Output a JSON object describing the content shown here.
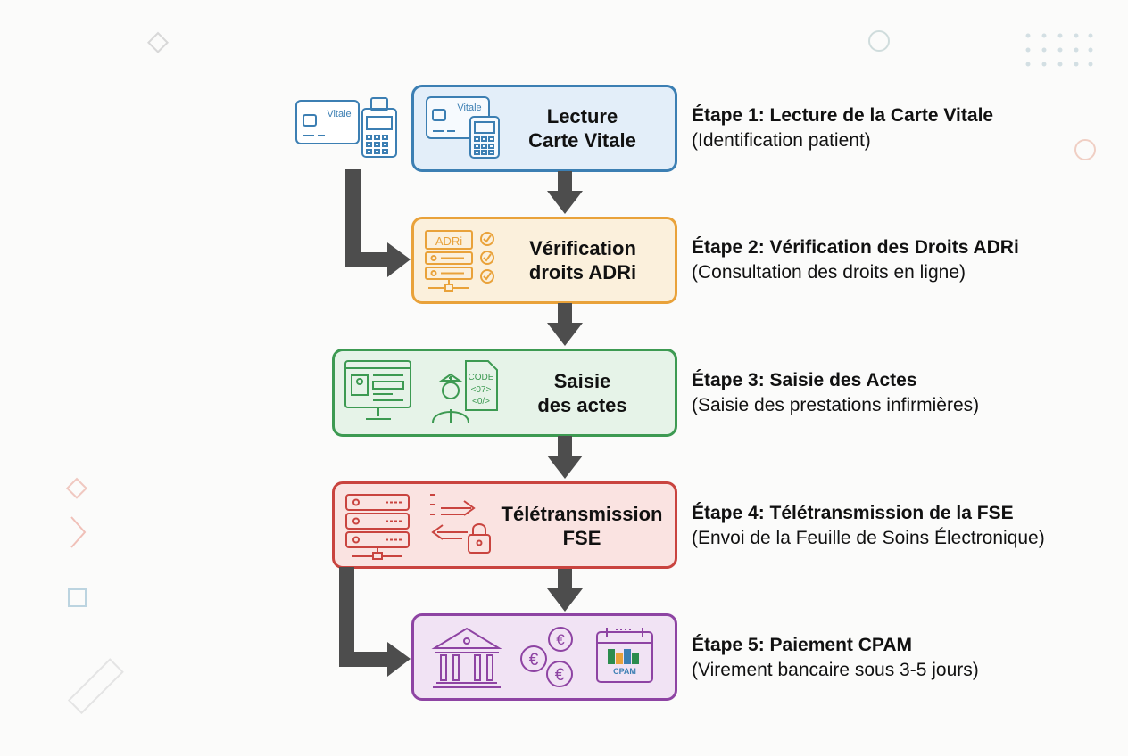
{
  "steps": [
    {
      "box_title": "Lecture\nCarte Vitale",
      "title": "Étape 1: Lecture de la Carte Vitale",
      "subtitle": "(Identification patient)",
      "icon_text": "Vitale"
    },
    {
      "box_title": "Vérification\ndroits ADRi",
      "title": "Étape 2: Vérification des Droits ADRi",
      "subtitle": "(Consultation des droits en ligne)",
      "icon_text": "ADRi"
    },
    {
      "box_title": "Saisie\ndes actes",
      "title": "Étape 3: Saisie des Actes",
      "subtitle": "(Saisie des prestations infirmières)",
      "icon_text": "CODE"
    },
    {
      "box_title": "Télétransmission\nFSE",
      "title": "Étape 4: Télétransmission de la FSE",
      "subtitle": "(Envoi de la Feuille de Soins Électronique)"
    },
    {
      "box_title": "",
      "title": "Étape 5: Paiement CPAM",
      "subtitle": "(Virement bancaire sous 3-5 jours)",
      "icon_text": "CPAM"
    }
  ],
  "side_card_text": "Vitale",
  "code_lines": [
    "<07>",
    "<0/>"
  ],
  "colors": {
    "blue": "#3c7fb3",
    "blue_bg": "#e3eef9",
    "orange": "#e9a23a",
    "orange_bg": "#fbf0dc",
    "green": "#3d9a52",
    "green_bg": "#e6f3e8",
    "red": "#c9443f",
    "red_bg": "#fae3e1",
    "purple": "#8e44a3",
    "purple_bg": "#f1e3f4",
    "arrow": "#4d4d4d"
  }
}
